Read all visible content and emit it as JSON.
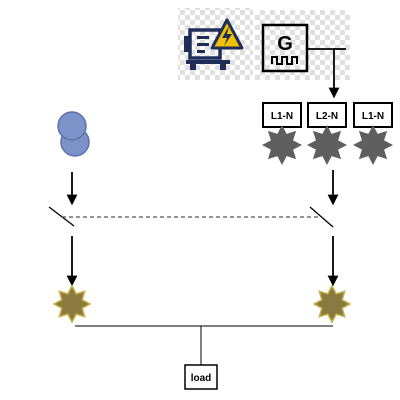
{
  "generator": {
    "symbol_letter": "G",
    "icon": "generator-icon",
    "icon_color": "#1f2d5a",
    "warning_color": "#f2c200"
  },
  "phases": [
    {
      "label": "L1-N"
    },
    {
      "label": "L2-N"
    },
    {
      "label": "L1-N"
    }
  ],
  "grid_source": {
    "icon": "transformer-icon",
    "fill": "#7b93c8",
    "stroke": "#5a72a8"
  },
  "switch_icon": "switch-icon",
  "fault_star": {
    "icon": "star-icon",
    "fill": "#5f5f5f",
    "gold_fill": "#8a7a40",
    "gold_stroke": "#c9b04a"
  },
  "load": {
    "label": "load"
  },
  "checker_colors": [
    "#ffffff",
    "#e0e0e0"
  ]
}
